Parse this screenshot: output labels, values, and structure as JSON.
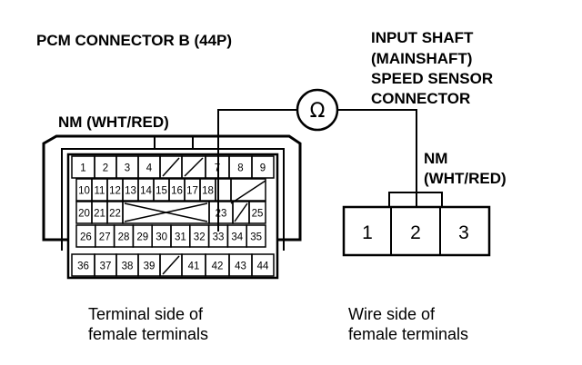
{
  "labels": {
    "pcm_title": "PCM CONNECTOR B (44P)",
    "sensor_title": [
      "INPUT SHAFT",
      "(MAINSHAFT)",
      "SPEED SENSOR",
      "CONNECTOR"
    ],
    "wire_left": "NM (WHT/RED)",
    "wire_right": [
      "NM",
      "(WHT/RED)"
    ],
    "ohm_symbol": "Ω",
    "caption_left": [
      "Terminal side of",
      "female terminals"
    ],
    "caption_right": [
      "Wire side of",
      "female terminals"
    ]
  },
  "pcm_connector": {
    "rows": [
      [
        "1",
        "2",
        "3",
        "4",
        "",
        "",
        "7",
        "8",
        "9"
      ],
      [
        "10",
        "11",
        "12",
        "13",
        "14",
        "15",
        "16",
        "17",
        "18",
        ""
      ],
      [
        "20",
        "21",
        "22",
        "",
        "",
        "",
        "",
        "23",
        "",
        "25"
      ],
      [
        "26",
        "27",
        "28",
        "29",
        "30",
        "31",
        "32",
        "33",
        "34",
        "35"
      ],
      [
        "36",
        "37",
        "38",
        "39",
        "",
        "41",
        "42",
        "43",
        "44"
      ]
    ]
  },
  "sensor_connector": {
    "pins": [
      "1",
      "2",
      "3"
    ]
  }
}
